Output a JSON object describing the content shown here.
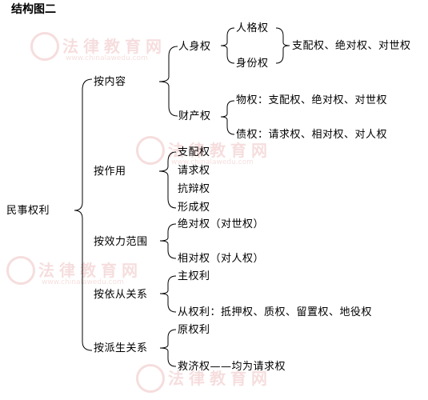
{
  "title": "结构图二",
  "watermark": {
    "brand": "法律教育网",
    "url": "www.chinalawedu.com"
  },
  "root": "民事权利",
  "groups": {
    "content": {
      "label": "按内容",
      "personal": {
        "label": "人身权",
        "items": [
          "人格权",
          "身份权"
        ],
        "note": "支配权、绝对权、对世权"
      },
      "property": {
        "label": "财产权",
        "items": [
          "物权：支配权、绝对权、对世权",
          "债权：请求权、相对权、对人权"
        ]
      }
    },
    "effect": {
      "label": "按作用",
      "items": [
        "支配权",
        "请求权",
        "抗辩权",
        "形成权"
      ]
    },
    "scope": {
      "label": "按效力范围",
      "items": [
        "绝对权（对世权）",
        "相对权（对人权）"
      ]
    },
    "dependency": {
      "label": "按依从关系",
      "items": [
        "主权利",
        "从权利：抵押权、质权、留置权、地役权"
      ]
    },
    "derivation": {
      "label": "按派生关系",
      "items": [
        "原权利",
        "救济权——均为请求权"
      ]
    }
  }
}
